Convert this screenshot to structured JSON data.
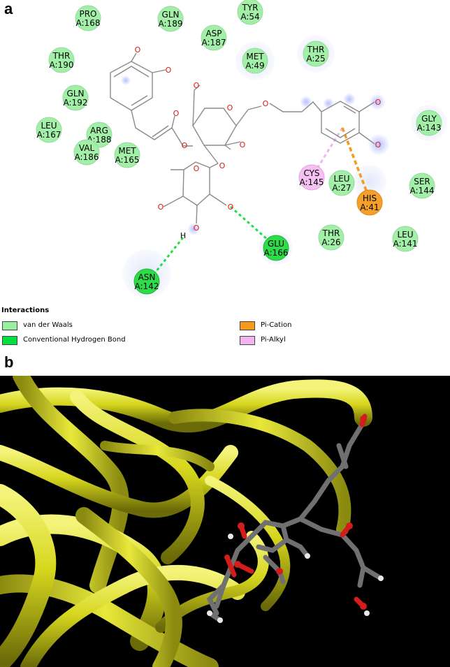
{
  "panel_a": {
    "label": "a",
    "residues": [
      {
        "name": "PRO",
        "id": "A:168",
        "type": "vdw"
      },
      {
        "name": "GLN",
        "id": "A:189",
        "type": "vdw"
      },
      {
        "name": "TYR",
        "id": "A:54",
        "type": "vdw"
      },
      {
        "name": "ASP",
        "id": "A:187",
        "type": "vdw"
      },
      {
        "name": "THR",
        "id": "A:190",
        "type": "vdw"
      },
      {
        "name": "MET",
        "id": "A:49",
        "type": "vdw"
      },
      {
        "name": "THR",
        "id": "A:25",
        "type": "vdw"
      },
      {
        "name": "GLN",
        "id": "A:192",
        "type": "vdw"
      },
      {
        "name": "LEU",
        "id": "A:167",
        "type": "vdw"
      },
      {
        "name": "ARG",
        "id": "A:188",
        "type": "vdw"
      },
      {
        "name": "GLY",
        "id": "A:143",
        "type": "vdw"
      },
      {
        "name": "VAL",
        "id": "A:186",
        "type": "vdw"
      },
      {
        "name": "MET",
        "id": "A:165",
        "type": "vdw"
      },
      {
        "name": "CYS",
        "id": "A:145",
        "type": "pi-alkyl"
      },
      {
        "name": "LEU",
        "id": "A:27",
        "type": "vdw"
      },
      {
        "name": "SER",
        "id": "A:144",
        "type": "vdw"
      },
      {
        "name": "HIS",
        "id": "A:41",
        "type": "pi-cation"
      },
      {
        "name": "THR",
        "id": "A:26",
        "type": "vdw"
      },
      {
        "name": "LEU",
        "id": "A:141",
        "type": "vdw"
      },
      {
        "name": "GLU",
        "id": "A:166",
        "type": "hbond"
      },
      {
        "name": "ASN",
        "id": "A:142",
        "type": "hbond"
      }
    ],
    "atom_labels": [
      "O",
      "O",
      "O",
      "O",
      "O",
      "O",
      "O",
      "O",
      "O",
      "O",
      "O",
      "O",
      "O",
      "O",
      "H"
    ],
    "legend": {
      "title": "Interactions",
      "items": [
        {
          "label": "van der Waals",
          "color": "#98f0a0"
        },
        {
          "label": "Conventional Hydrogen Bond",
          "color": "#00e040"
        },
        {
          "label": "Pi-Cation",
          "color": "#f59a1c"
        },
        {
          "label": "Pi-Alkyl",
          "color": "#f4b4f0"
        }
      ]
    }
  },
  "panel_b": {
    "label": "b",
    "background": "#000000",
    "ribbon_color": "#d6d61e",
    "ligand_colors": {
      "carbon": "#707070",
      "oxygen": "#d41c1c",
      "hydrogen": "#e8e8e8"
    }
  },
  "colors": {
    "vdw": "#98f0a0",
    "hbond": "#22dd44",
    "pi-cation": "#f59a1c",
    "pi-alkyl": "#f4b4f0",
    "bond": "#8a8a8a",
    "oxygen": "#e01818"
  }
}
